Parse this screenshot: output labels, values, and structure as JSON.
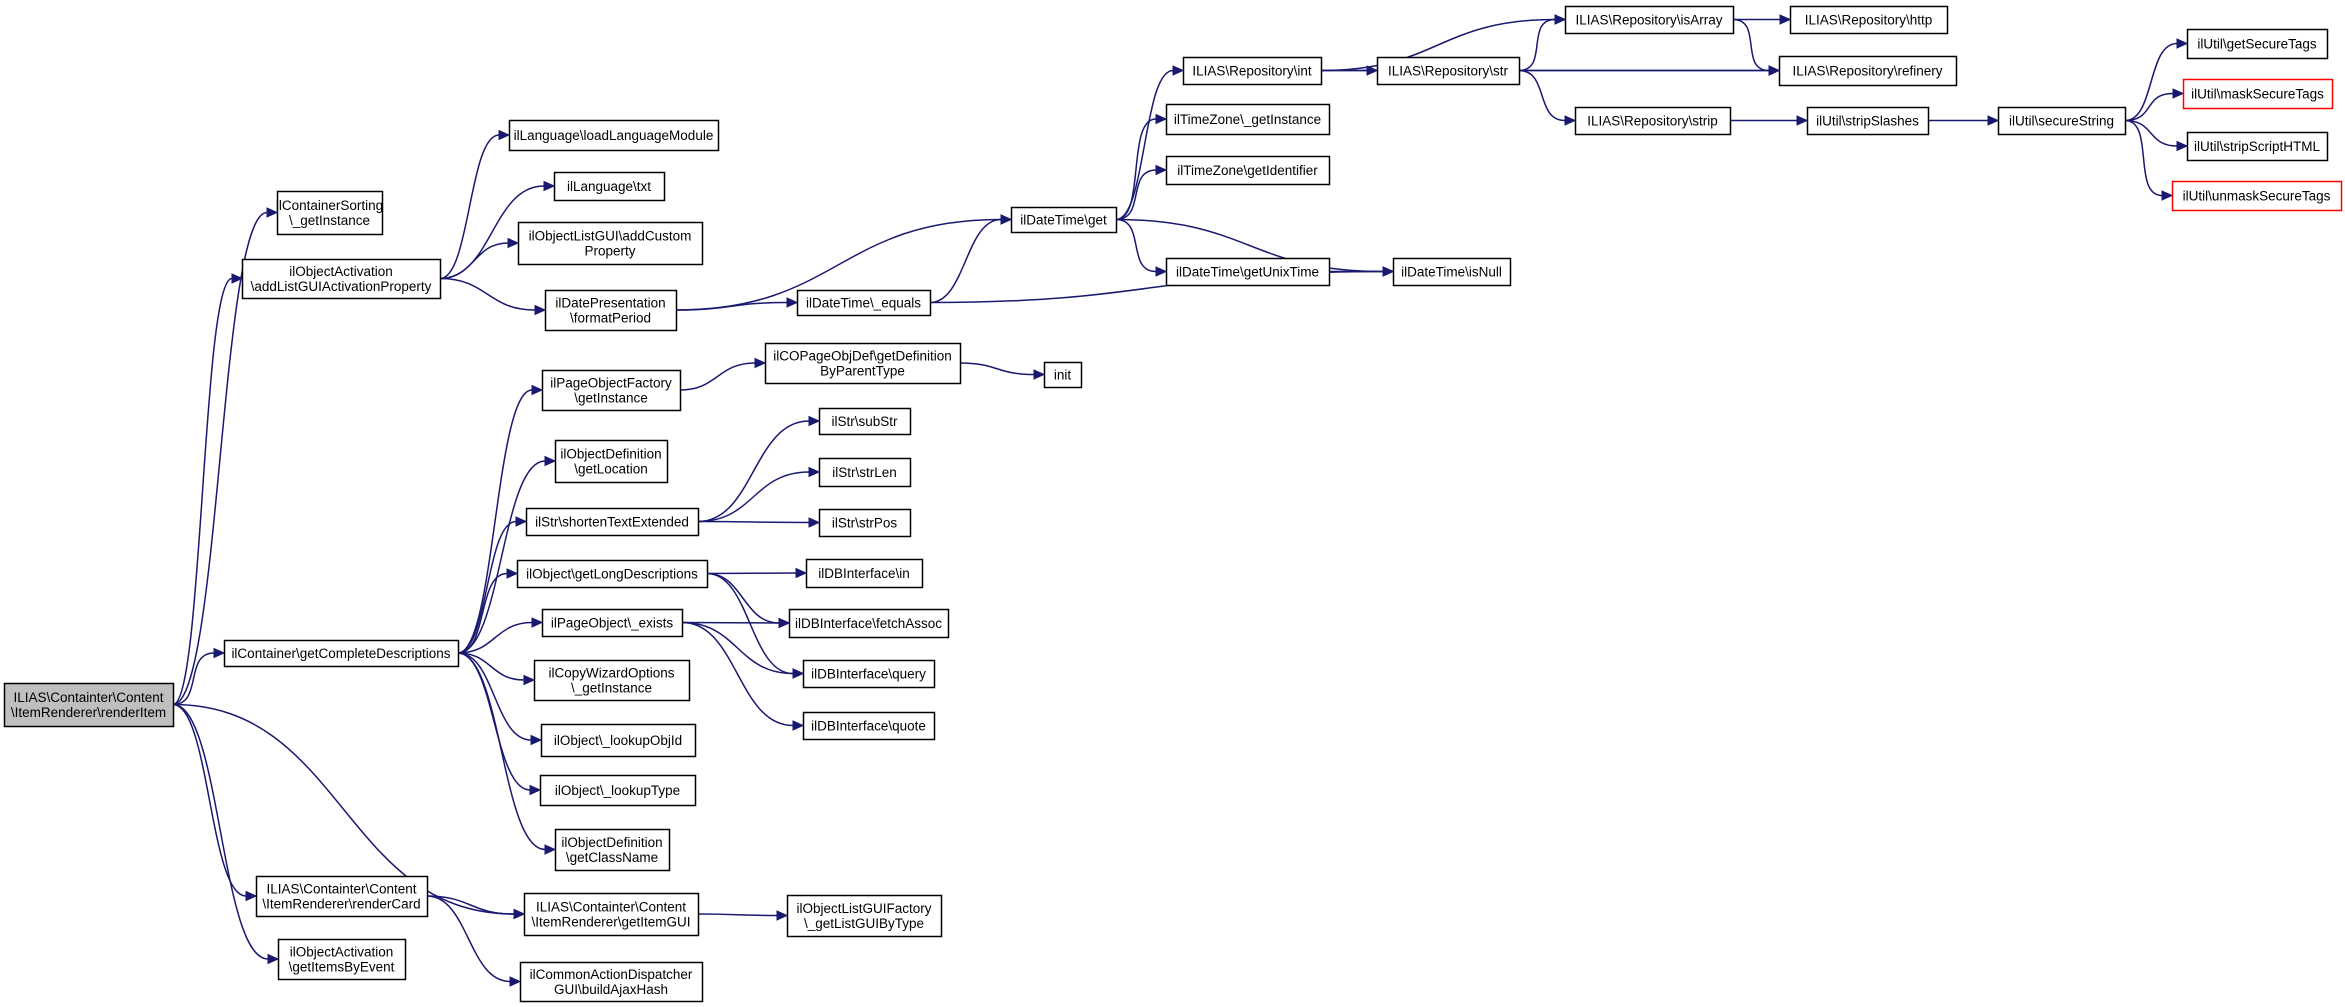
{
  "colors": {
    "edge": "#191970",
    "root_fill": "#bfbfbf",
    "border": "#000000",
    "missing_border": "#ff0000"
  },
  "nodes": [
    {
      "id": "root",
      "lines": [
        "ILIAS\\Containter\\Content",
        "\\ItemRenderer\\renderItem"
      ],
      "style": "root"
    },
    {
      "id": "sort",
      "lines": [
        "ilContainerSorting",
        "\\_getInstance"
      ]
    },
    {
      "id": "act_add",
      "lines": [
        "ilObjectActivation",
        "\\addListGUIActivationProperty"
      ]
    },
    {
      "id": "getcomp",
      "lines": [
        "ilContainer\\getCompleteDescriptions"
      ]
    },
    {
      "id": "rcard",
      "lines": [
        "ILIAS\\Containter\\Content",
        "\\ItemRenderer\\renderCard"
      ]
    },
    {
      "id": "evt",
      "lines": [
        "ilObjectActivation",
        "\\getItemsByEvent"
      ]
    },
    {
      "id": "langload",
      "lines": [
        "ilLanguage\\loadLanguageModule"
      ]
    },
    {
      "id": "langtxt",
      "lines": [
        "ilLanguage\\txt"
      ]
    },
    {
      "id": "olgui",
      "lines": [
        "ilObjectListGUI\\addCustom",
        "Property"
      ]
    },
    {
      "id": "datepres",
      "lines": [
        "ilDatePresentation",
        "\\formatPeriod"
      ]
    },
    {
      "id": "pofact",
      "lines": [
        "ilPageObjectFactory",
        "\\getInstance"
      ]
    },
    {
      "id": "odloc",
      "lines": [
        "ilObjectDefinition",
        "\\getLocation"
      ]
    },
    {
      "id": "strshort",
      "lines": [
        "ilStr\\shortenTextExtended"
      ]
    },
    {
      "id": "ldesc",
      "lines": [
        "ilObject\\getLongDescriptions"
      ]
    },
    {
      "id": "poexists",
      "lines": [
        "ilPageObject\\_exists"
      ]
    },
    {
      "id": "cwo",
      "lines": [
        "ilCopyWizardOptions",
        "\\_getInstance"
      ]
    },
    {
      "id": "lookid",
      "lines": [
        "ilObject\\_lookupObjId"
      ]
    },
    {
      "id": "looktype",
      "lines": [
        "ilObject\\_lookupType"
      ]
    },
    {
      "id": "odclass",
      "lines": [
        "ilObjectDefinition",
        "\\getClassName"
      ]
    },
    {
      "id": "itemgui",
      "lines": [
        "ILIAS\\Containter\\Content",
        "\\ItemRenderer\\getItemGUI"
      ]
    },
    {
      "id": "ajax",
      "lines": [
        "ilCommonActionDispatcher",
        "GUI\\buildAjaxHash"
      ]
    },
    {
      "id": "dtequals",
      "lines": [
        "ilDateTime\\_equals"
      ]
    },
    {
      "id": "copage",
      "lines": [
        "ilCOPageObjDef\\getDefinition",
        "ByParentType"
      ]
    },
    {
      "id": "substr",
      "lines": [
        "ilStr\\subStr"
      ]
    },
    {
      "id": "strlen",
      "lines": [
        "ilStr\\strLen"
      ]
    },
    {
      "id": "strpos",
      "lines": [
        "ilStr\\strPos"
      ]
    },
    {
      "id": "dbin",
      "lines": [
        "ilDBInterface\\in"
      ]
    },
    {
      "id": "dbfetch",
      "lines": [
        "ilDBInterface\\fetchAssoc"
      ]
    },
    {
      "id": "dbquery",
      "lines": [
        "ilDBInterface\\query"
      ]
    },
    {
      "id": "dbquote",
      "lines": [
        "ilDBInterface\\quote"
      ]
    },
    {
      "id": "olguifact",
      "lines": [
        "ilObjectListGUIFactory",
        "\\_getListGUIByType"
      ]
    },
    {
      "id": "dtget",
      "lines": [
        "ilDateTime\\get"
      ]
    },
    {
      "id": "init",
      "lines": [
        "init"
      ]
    },
    {
      "id": "repint",
      "lines": [
        "ILIAS\\Repository\\int"
      ]
    },
    {
      "id": "tzinst",
      "lines": [
        "ilTimeZone\\_getInstance"
      ]
    },
    {
      "id": "tzid",
      "lines": [
        "ilTimeZone\\getIdentifier"
      ]
    },
    {
      "id": "unix",
      "lines": [
        "ilDateTime\\getUnixTime"
      ]
    },
    {
      "id": "isnull",
      "lines": [
        "ilDateTime\\isNull"
      ]
    },
    {
      "id": "repstr",
      "lines": [
        "ILIAS\\Repository\\str"
      ]
    },
    {
      "id": "isarray",
      "lines": [
        "ILIAS\\Repository\\isArray"
      ]
    },
    {
      "id": "strip",
      "lines": [
        "ILIAS\\Repository\\strip"
      ]
    },
    {
      "id": "http",
      "lines": [
        "ILIAS\\Repository\\http"
      ]
    },
    {
      "id": "refinery",
      "lines": [
        "ILIAS\\Repository\\refinery"
      ]
    },
    {
      "id": "stripsl",
      "lines": [
        "ilUtil\\stripSlashes"
      ]
    },
    {
      "id": "secstr",
      "lines": [
        "ilUtil\\secureString"
      ]
    },
    {
      "id": "getsec",
      "lines": [
        "ilUtil\\getSecureTags"
      ]
    },
    {
      "id": "masksec",
      "lines": [
        "ilUtil\\maskSecureTags"
      ],
      "style": "red"
    },
    {
      "id": "stripscr",
      "lines": [
        "ilUtil\\stripScriptHTML"
      ]
    },
    {
      "id": "unmask",
      "lines": [
        "ilUtil\\unmaskSecureTags"
      ],
      "style": "red"
    }
  ],
  "edges": [
    [
      "root",
      "sort"
    ],
    [
      "root",
      "act_add"
    ],
    [
      "root",
      "getcomp"
    ],
    [
      "root",
      "rcard"
    ],
    [
      "root",
      "evt"
    ],
    [
      "root",
      "itemgui"
    ],
    [
      "act_add",
      "langload"
    ],
    [
      "act_add",
      "langtxt"
    ],
    [
      "act_add",
      "olgui"
    ],
    [
      "act_add",
      "datepres"
    ],
    [
      "getcomp",
      "pofact"
    ],
    [
      "getcomp",
      "odloc"
    ],
    [
      "getcomp",
      "strshort"
    ],
    [
      "getcomp",
      "ldesc"
    ],
    [
      "getcomp",
      "poexists"
    ],
    [
      "getcomp",
      "cwo"
    ],
    [
      "getcomp",
      "lookid"
    ],
    [
      "getcomp",
      "looktype"
    ],
    [
      "getcomp",
      "odclass"
    ],
    [
      "rcard",
      "itemgui"
    ],
    [
      "rcard",
      "ajax"
    ],
    [
      "datepres",
      "dtget"
    ],
    [
      "datepres",
      "dtequals"
    ],
    [
      "dtequals",
      "dtget"
    ],
    [
      "dtequals",
      "isnull"
    ],
    [
      "pofact",
      "copage"
    ],
    [
      "copage",
      "init"
    ],
    [
      "strshort",
      "substr"
    ],
    [
      "strshort",
      "strlen"
    ],
    [
      "strshort",
      "strpos"
    ],
    [
      "ldesc",
      "dbin"
    ],
    [
      "ldesc",
      "dbfetch"
    ],
    [
      "ldesc",
      "dbquery"
    ],
    [
      "poexists",
      "dbfetch"
    ],
    [
      "poexists",
      "dbquery"
    ],
    [
      "poexists",
      "dbquote"
    ],
    [
      "itemgui",
      "olguifact"
    ],
    [
      "dtget",
      "repint"
    ],
    [
      "dtget",
      "tzinst"
    ],
    [
      "dtget",
      "tzid"
    ],
    [
      "dtget",
      "unix"
    ],
    [
      "dtget",
      "isnull"
    ],
    [
      "unix",
      "isnull"
    ],
    [
      "repint",
      "repstr"
    ],
    [
      "repint",
      "isarray"
    ],
    [
      "repint",
      "refinery"
    ],
    [
      "repstr",
      "isarray"
    ],
    [
      "repstr",
      "refinery"
    ],
    [
      "repstr",
      "strip"
    ],
    [
      "isarray",
      "http"
    ],
    [
      "isarray",
      "refinery"
    ],
    [
      "strip",
      "stripsl"
    ],
    [
      "stripsl",
      "secstr"
    ],
    [
      "secstr",
      "getsec"
    ],
    [
      "secstr",
      "masksec"
    ],
    [
      "secstr",
      "stripscr"
    ],
    [
      "secstr",
      "unmask"
    ]
  ]
}
